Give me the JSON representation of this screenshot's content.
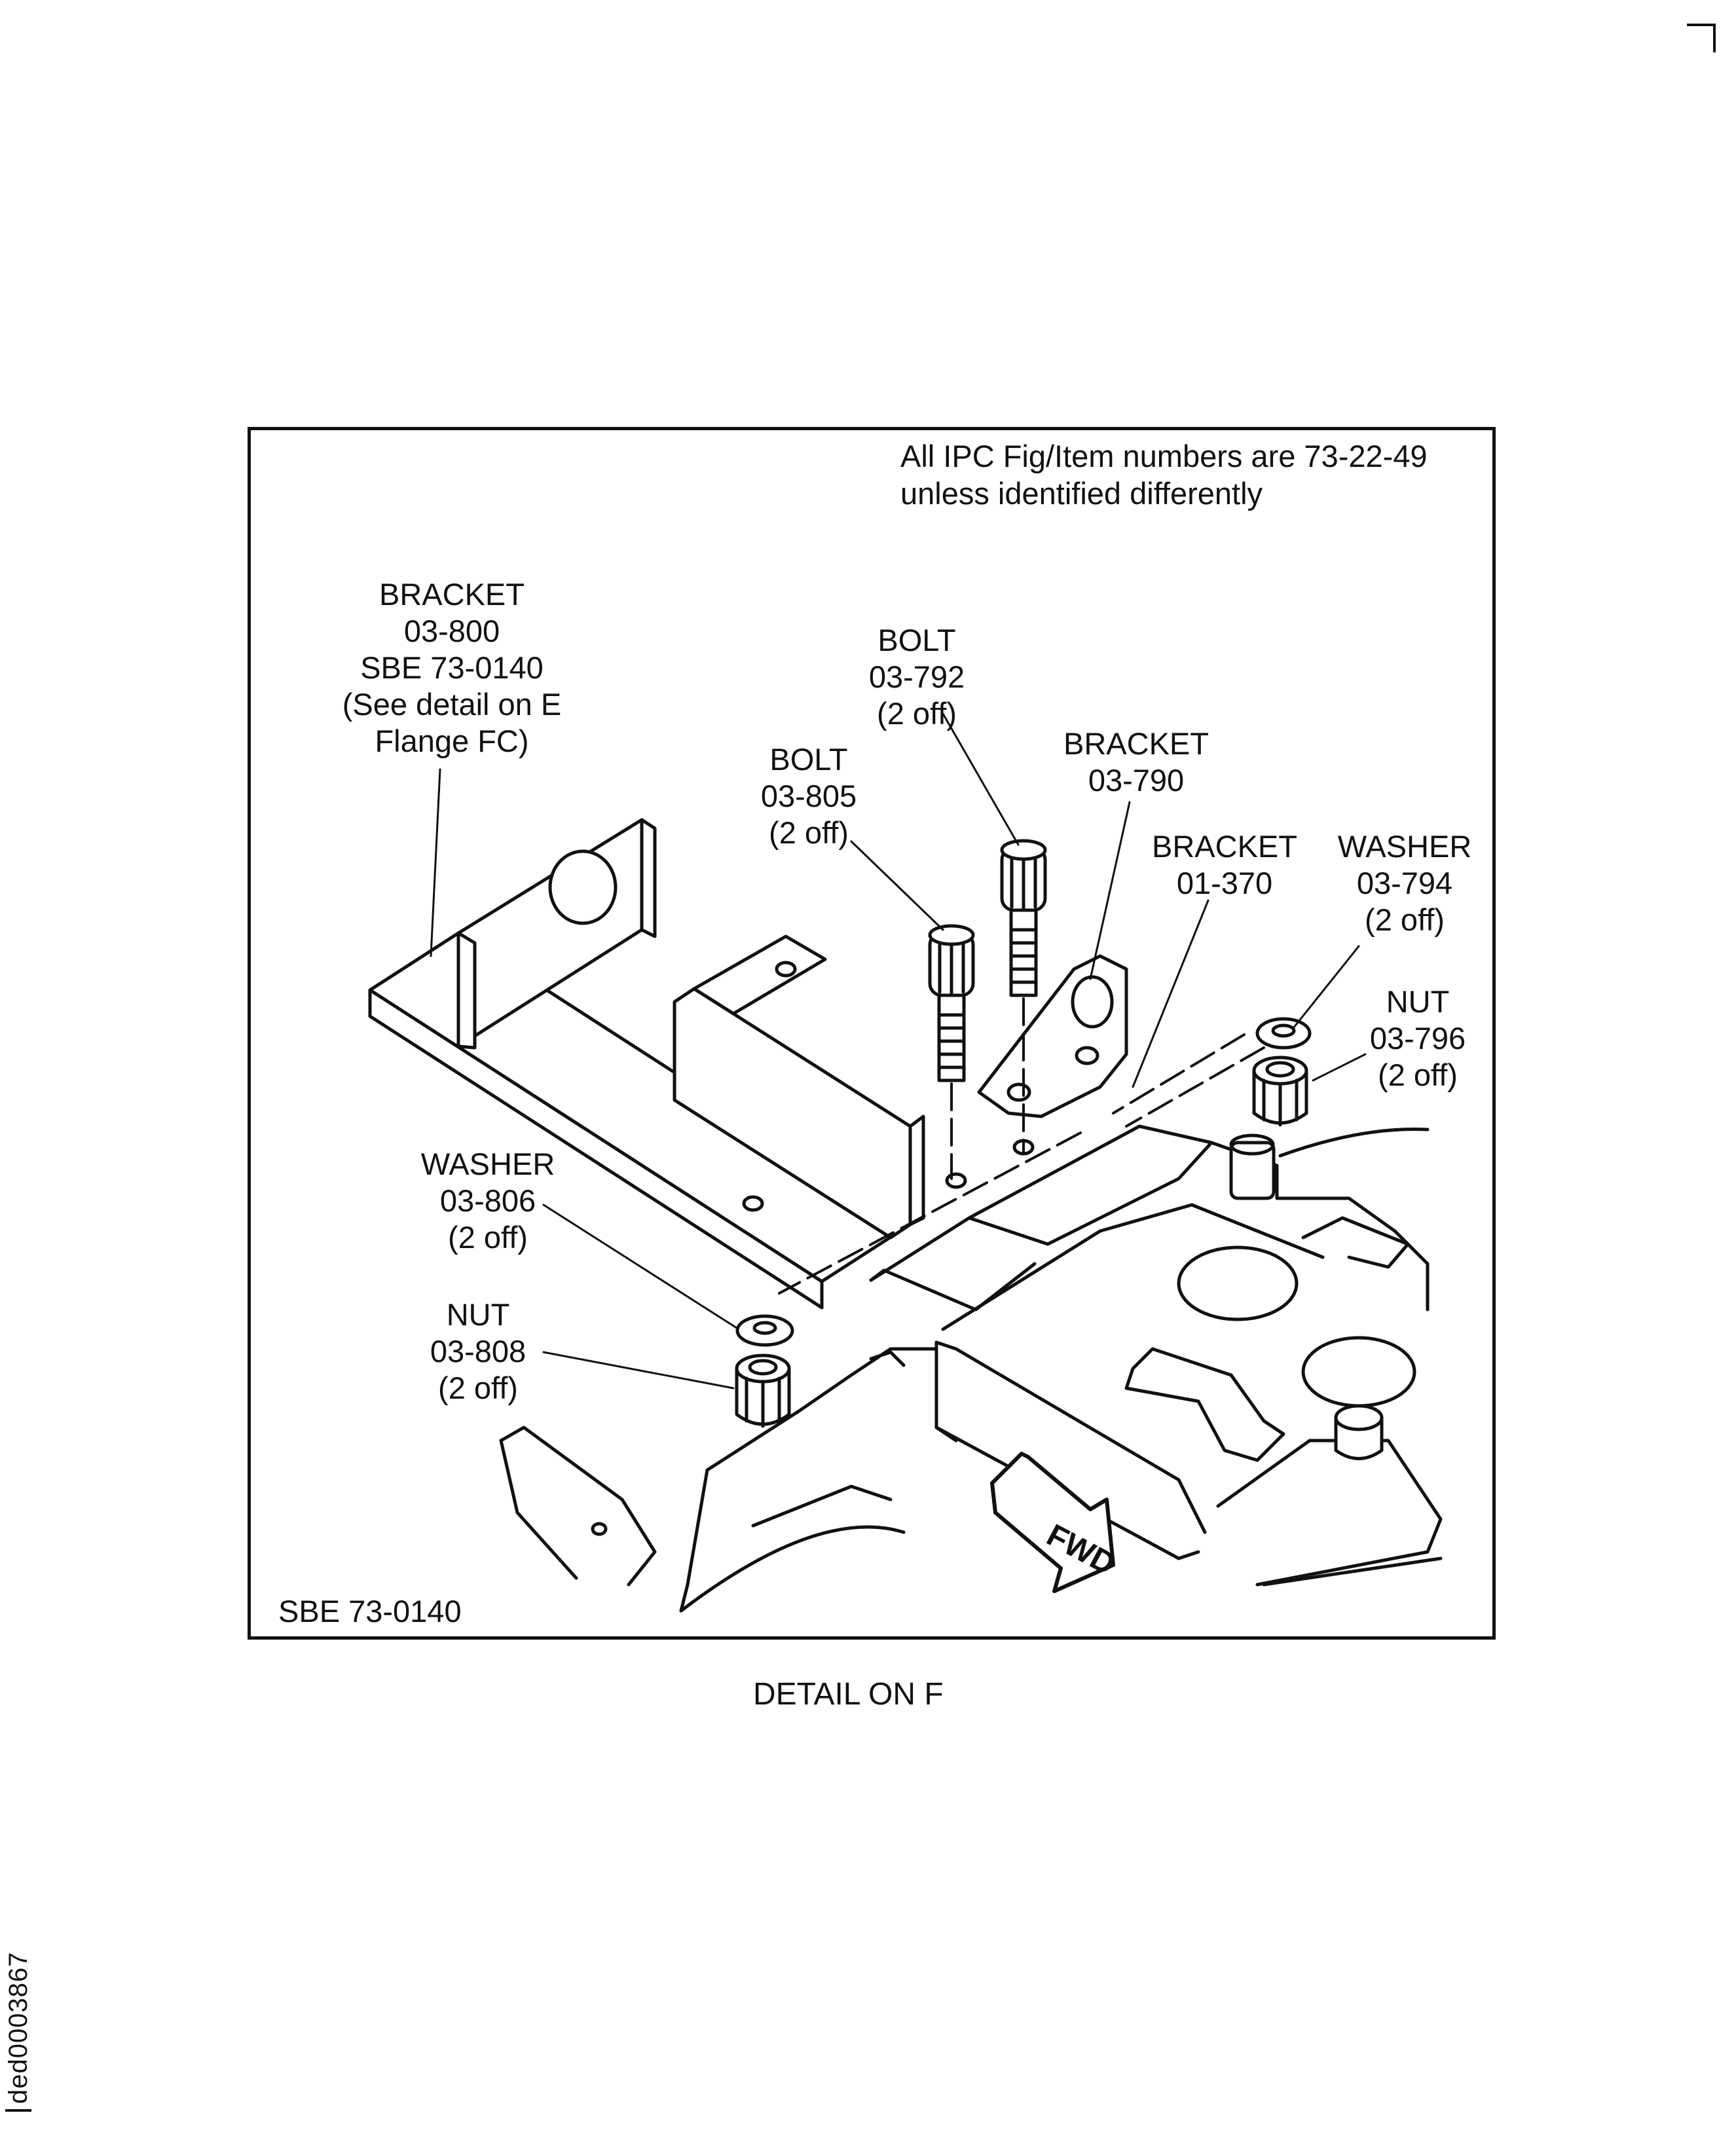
{
  "note": {
    "line1": "All IPC Fig/Item numbers are 73-22-49",
    "line2": "unless identified differently"
  },
  "callouts": {
    "bracket_800": [
      "BRACKET",
      "03-800",
      "SBE 73-0140",
      "(See detail on E",
      "Flange FC)"
    ],
    "bolt_792": [
      "BOLT",
      "03-792",
      "(2 off)"
    ],
    "bolt_805": [
      "BOLT",
      "03-805",
      "(2 off)"
    ],
    "bracket_790": [
      "BRACKET",
      "03-790"
    ],
    "bracket_370": [
      "BRACKET",
      "01-370"
    ],
    "washer_794": [
      "WASHER",
      "03-794",
      "(2 off)"
    ],
    "nut_796": [
      "NUT",
      "03-796",
      "(2 off)"
    ],
    "washer_806": [
      "WASHER",
      "03-806",
      "(2 off)"
    ],
    "nut_808": [
      "NUT",
      "03-808",
      "(2 off)"
    ]
  },
  "fwd_label": "FWD",
  "ref_label": "SBE 73-0140",
  "caption": "DETAIL ON F",
  "doc_id": "ded0003867",
  "colors": {
    "ink": "#111111",
    "paper": "#ffffff"
  }
}
